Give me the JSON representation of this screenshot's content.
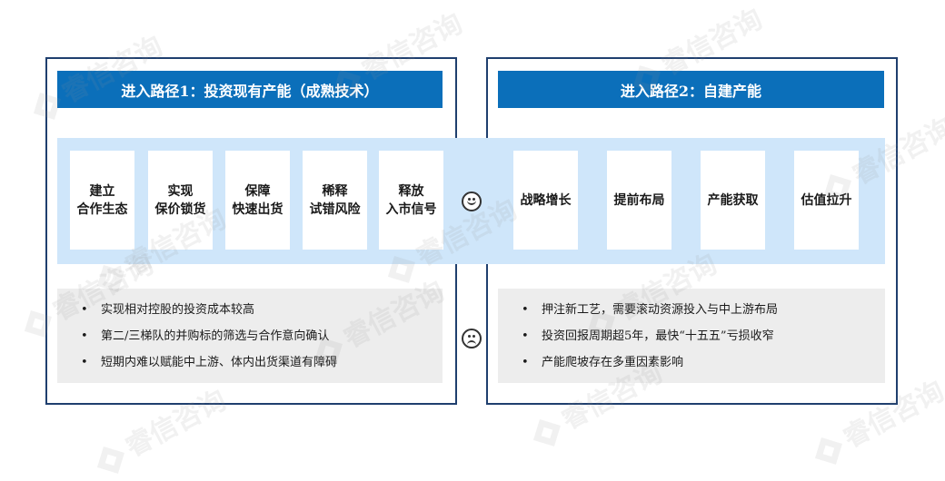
{
  "left": {
    "title": "进入路径1：投资现有产能（成熟技术）",
    "cards": [
      "建立\n合作生态",
      "实现\n保价锁货",
      "保障\n快速出货",
      "稀释\n试错风险",
      "释放\n入市信号"
    ],
    "cons": [
      "实现相对控股的投资成本较高",
      "第二/三梯队的并购标的筛选与合作意向确认",
      "短期内难以赋能中上游、体内出货渠道有障碍"
    ]
  },
  "right": {
    "title": "进入路径2：自建产能",
    "cards": [
      "战略增长",
      "提前布局",
      "产能获取",
      "估值拉升"
    ],
    "cons": [
      "押注新工艺，需要滚动资源投入与中上游布局",
      "投资回报周期超5年，最快“十五五”亏损收窄",
      "产能爬坡存在多重因素影响"
    ]
  },
  "icons": {
    "pros": "smiley-face-icon",
    "cons": "frowning-face-icon"
  },
  "watermark": {
    "text": "睿信咨询"
  },
  "colors": {
    "title_bar": "#0b6fba",
    "band": "#cfe6fa",
    "frame": "#1f3f6e",
    "panel": "#ededed"
  }
}
